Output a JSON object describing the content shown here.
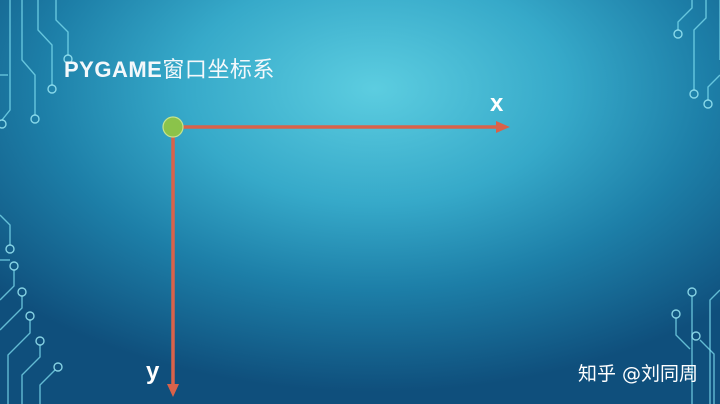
{
  "slide": {
    "title_latin": "PYGAME",
    "title_cjk": "窗口坐标系",
    "background_color": "#2a9cc3",
    "accent_color": "#d9624a",
    "origin_color": "#8bc34a"
  },
  "diagram": {
    "x_axis_label": "x",
    "y_axis_label": "y"
  },
  "footer": {
    "watermark": "知乎 @刘同周"
  }
}
